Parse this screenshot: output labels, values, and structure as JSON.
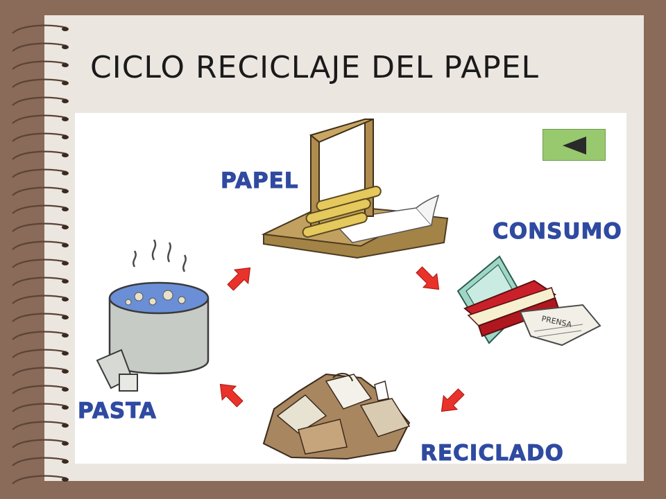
{
  "title": "CICLO RECICLAJE DEL PAPEL",
  "nav": {
    "back_icon": "triangle-left-icon"
  },
  "labels": {
    "papel": "PAPEL",
    "consumo": "CONSUMO",
    "reciclado": "RECICLADO",
    "pasta": "PASTA"
  },
  "newspaper_text": "PRENSA",
  "colors": {
    "label": "#2f4aa0",
    "arrow": "#e8322a",
    "button": "#98c96e"
  }
}
